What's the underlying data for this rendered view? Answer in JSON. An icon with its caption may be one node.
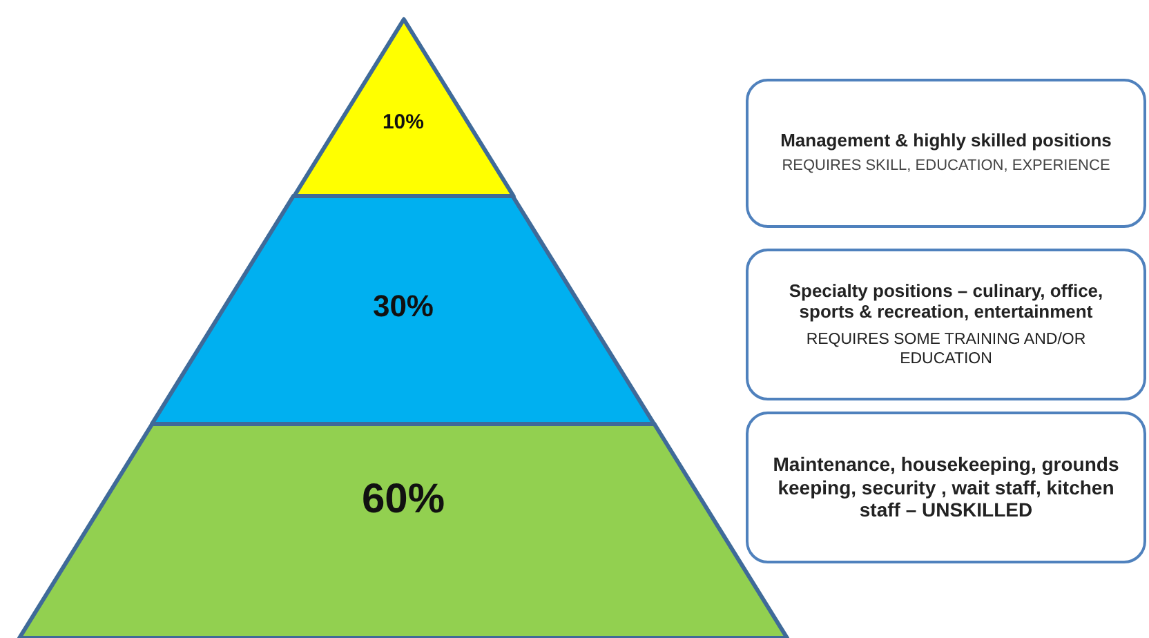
{
  "diagram": {
    "nodes": [
      {
        "text": [
          "10%"
        ]
      },
      {
        "text": [
          "30%"
        ]
      },
      {
        "text": [
          "60%"
        ]
      },
      {
        "text": [
          "Management & highly skilled positions",
          "REQUIRES SKILL, EDUCATION, EXPERIENCE"
        ]
      },
      {
        "text": [
          "Specialty positions – culinary, office, sports & recreation, entertainment",
          "REQUIRES SOME TRAINING AND/OR EDUCATION"
        ]
      },
      {
        "text": [
          "Maintenance, housekeeping, grounds keeping, security , wait staff, kitchen staff – **UNSKILLED**"
        ]
      }
    ]
  }
}
